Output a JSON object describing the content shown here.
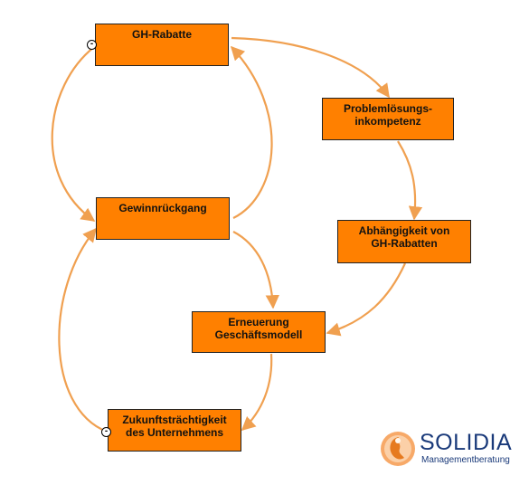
{
  "nodes": {
    "gh_rabatte": "GH-Rabatte",
    "problemloesung": "Problemlösungs-\ninkompetenz",
    "gewinnrueckgang": "Gewinnrückgang",
    "abhaengigkeit": "Abhängigkeit von\nGH-Rabatten",
    "erneuerung": "Erneuerung\nGeschäftsmodell",
    "zukunft": "Zukunftsträchtigkeit\ndes Unternehmens"
  },
  "polarity": {
    "gh_rabatte": "-",
    "zukunft": "-"
  },
  "logo": {
    "name": "SOLIDIA",
    "subtitle": "Managementberatung"
  },
  "colors": {
    "node_fill": "#ff8000",
    "arrow": "#f0a050",
    "logo_text": "#1a3a7a"
  }
}
